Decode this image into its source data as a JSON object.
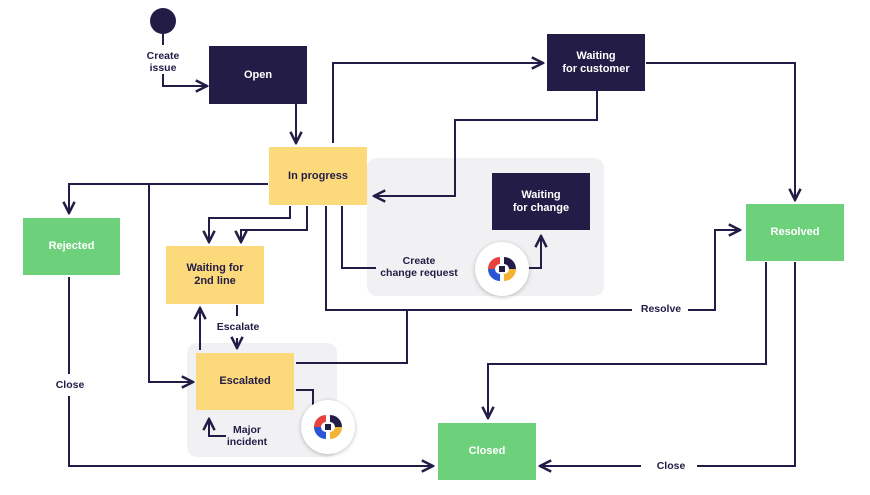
{
  "nodes": {
    "open": "Open",
    "in_progress": "In progress",
    "waiting_customer": "Waiting\nfor customer",
    "waiting_change": "Waiting\nfor change",
    "rejected": "Rejected",
    "waiting_2nd": "Waiting for\n2nd line",
    "escalated": "Escalated",
    "resolved": "Resolved",
    "closed": "Closed"
  },
  "labels": {
    "create_issue": "Create\nissue",
    "create_change_request": "Create\nchange request",
    "escalate": "Escalate",
    "major_incident": "Major\nincident",
    "resolve": "Resolve",
    "close_left": "Close",
    "close_right": "Close"
  },
  "colors": {
    "dark": "#221c46",
    "yellow": "#fcd97b",
    "green": "#6dd07b",
    "group_bg": "#f1f1f3"
  },
  "icons": {
    "integration_logo": "colorful-circle-logo-icon"
  }
}
